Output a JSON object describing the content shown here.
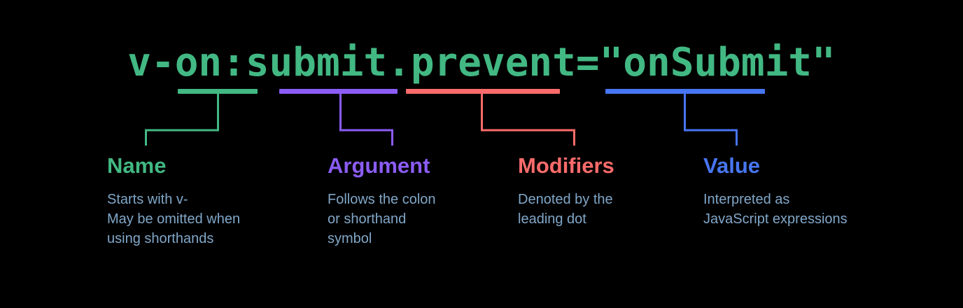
{
  "background": "#000000",
  "code": {
    "text": "v-on:submit.prevent=\"onSubmit\"",
    "color": "#42b883",
    "segments": [
      {
        "label": "v-on",
        "color": "#42b883"
      },
      {
        "label": "submit",
        "color": "#8b5cf6"
      },
      {
        "label": ".prevent",
        "color": "#fc6b6b"
      },
      {
        "label": "\"onSubmit\"",
        "color": "#4776f2"
      }
    ]
  },
  "parts": [
    {
      "name": "Name",
      "color": "#42b883",
      "description": "Starts with v-\nMay be omitted when\nusing shorthands"
    },
    {
      "name": "Argument",
      "color": "#8b5cf6",
      "description": "Follows the colon\nor shorthand\nsymbol"
    },
    {
      "name": "Modifiers",
      "color": "#fc6b6b",
      "description": "Denoted by the\nleading dot"
    },
    {
      "name": "Value",
      "color": "#4776f2",
      "description": "Interpreted as\nJavaScript expressions"
    }
  ],
  "description_color": "#81a7c8"
}
